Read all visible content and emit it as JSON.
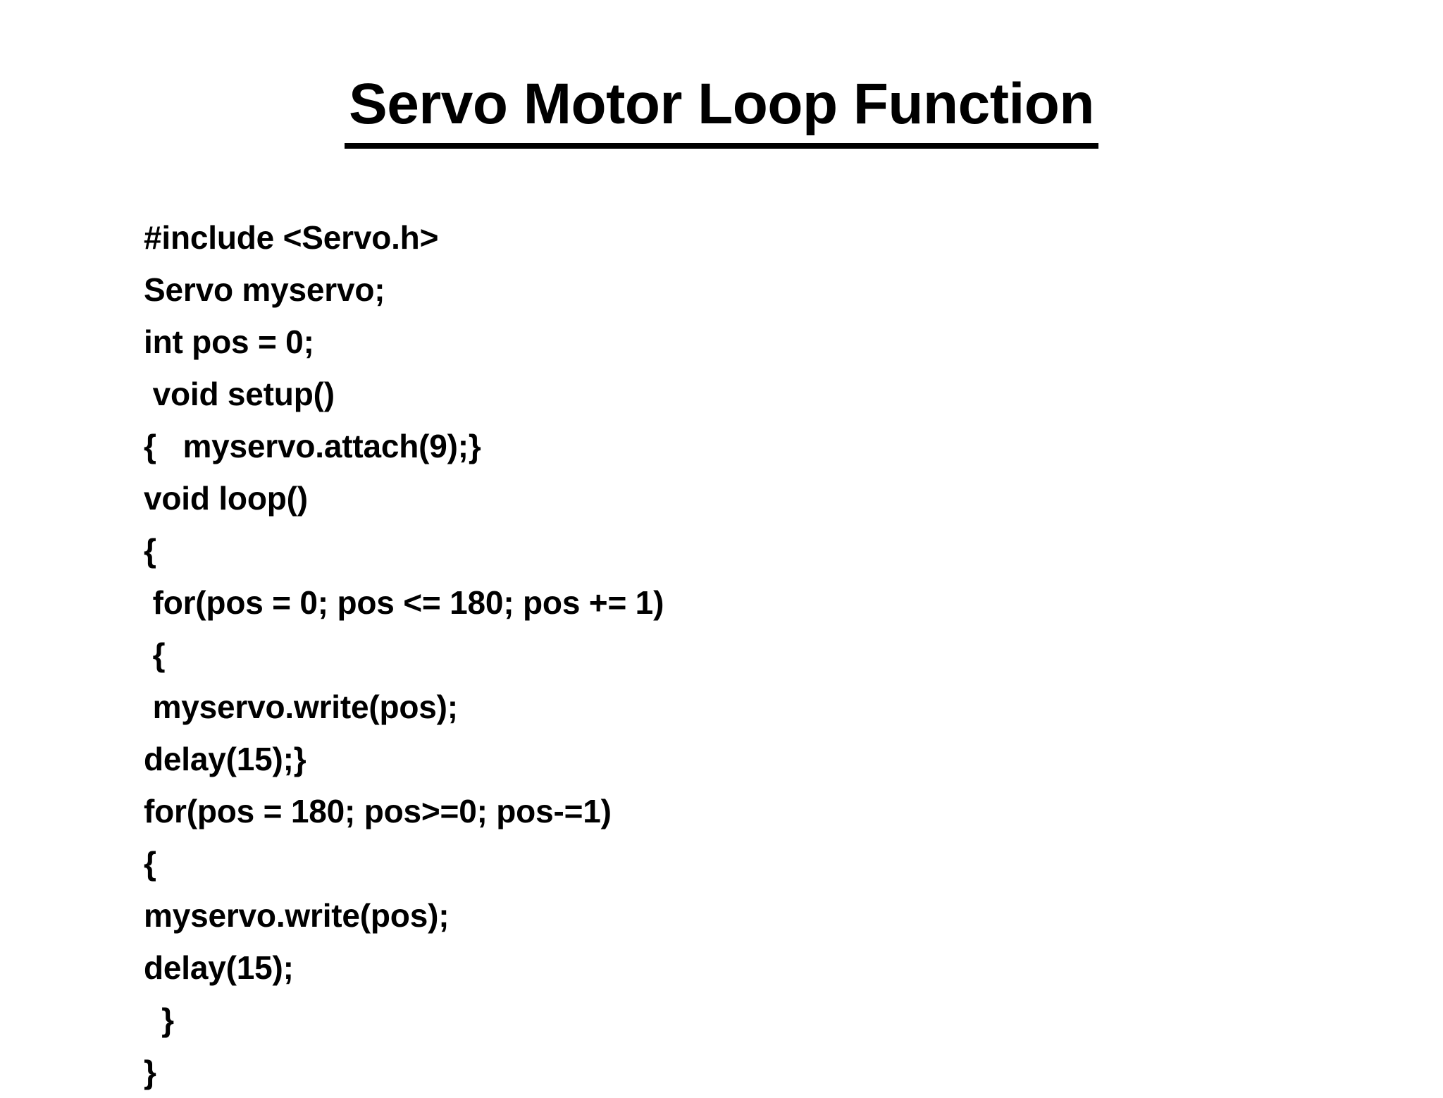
{
  "slide": {
    "background_color": "#ffffff",
    "text_color": "#000000",
    "title": "Servo Motor Loop Function",
    "title_underlined": true
  },
  "code": {
    "language": "arduino-c",
    "lines": [
      "#include <Servo.h>",
      "Servo myservo;",
      "int pos = 0;",
      " void setup()",
      "{   myservo.attach(9);}",
      "void loop()",
      "{",
      " for(pos = 0; pos <= 180; pos += 1)",
      " {",
      " myservo.write(pos);",
      "delay(15);}",
      "for(pos = 180; pos>=0; pos-=1)",
      "{",
      "myservo.write(pos);",
      "delay(15);",
      "  }",
      "}"
    ]
  }
}
